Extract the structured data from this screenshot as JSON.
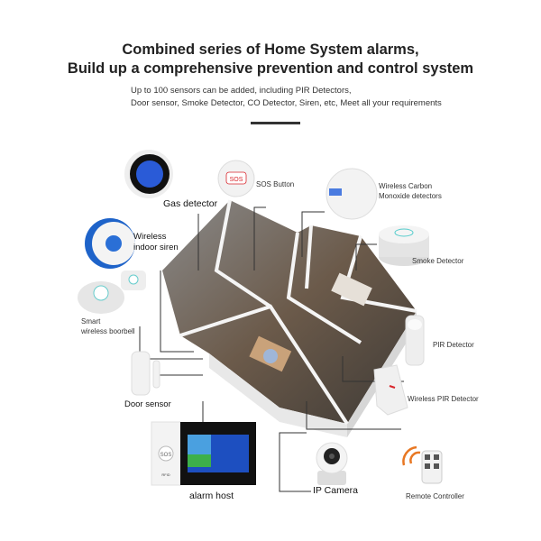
{
  "header": {
    "title_line1": "Combined series of Home System alarms,",
    "title_line2": "Build up a comprehensive prevention and control system",
    "subtitle_line1": "Up to 100 sensors can be added, including PIR Detectors,",
    "subtitle_line2": "Door sensor, Smoke Detector, CO Detector, Siren, etc, Meet all your requirements"
  },
  "devices": {
    "gas_detector": "Gas detector",
    "sos_button": "SOS Button",
    "co_line1": "Wireless Carbon",
    "co_line2": "Monoxide detectors",
    "siren_line1": "Wireless",
    "siren_line2": "indoor siren",
    "smoke_detector": "Smoke Detector",
    "doorbell_line1": "Smart",
    "doorbell_line2": "wireless boorbell",
    "pir_detector": "PIR Detector",
    "door_sensor": "Door sensor",
    "wireless_pir": "Wireless PIR Detector",
    "alarm_host": "alarm host",
    "ip_camera": "IP Camera",
    "remote_controller": "Remote Controller"
  },
  "device_text": {
    "sos": "SOS",
    "rfid": "RFID"
  },
  "colors": {
    "divider": "#333333",
    "lcd_blue": "#2a5bd7",
    "sos_red": "#d9262c",
    "remote_orange": "#e87722"
  }
}
